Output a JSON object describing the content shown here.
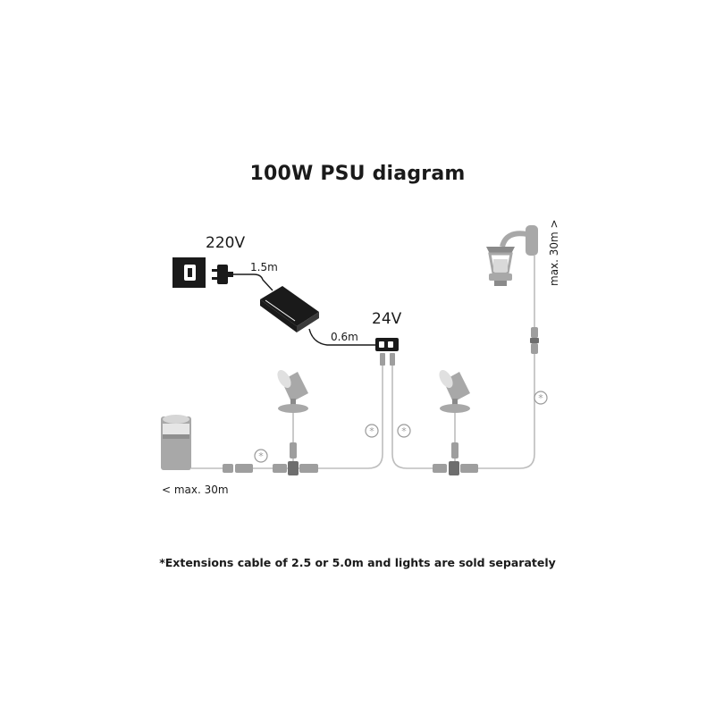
{
  "title": "100W PSU diagram",
  "labels": {
    "mains_voltage": "220V",
    "output_voltage": "24V",
    "input_cable_length": "1.5m",
    "output_cable_length": "0.6m",
    "max_left": "< max. 30m",
    "max_right": "max. 30m >",
    "extension_marker": "*"
  },
  "footnote": "*Extensions cable of 2.5 or 5.0m and lights are sold separately",
  "colors": {
    "text": "#1a1a1a",
    "device": "#1a1a1a",
    "cable": "#bdbdbd",
    "light": "#a8a8a8",
    "marker": "#9a9a9a"
  },
  "icons": [
    "wall-socket-icon",
    "plug-icon",
    "power-supply-icon",
    "splitter-icon",
    "bollard-light-icon",
    "spot-light-icon",
    "wall-lantern-icon",
    "connector-icon",
    "extension-marker-icon"
  ]
}
